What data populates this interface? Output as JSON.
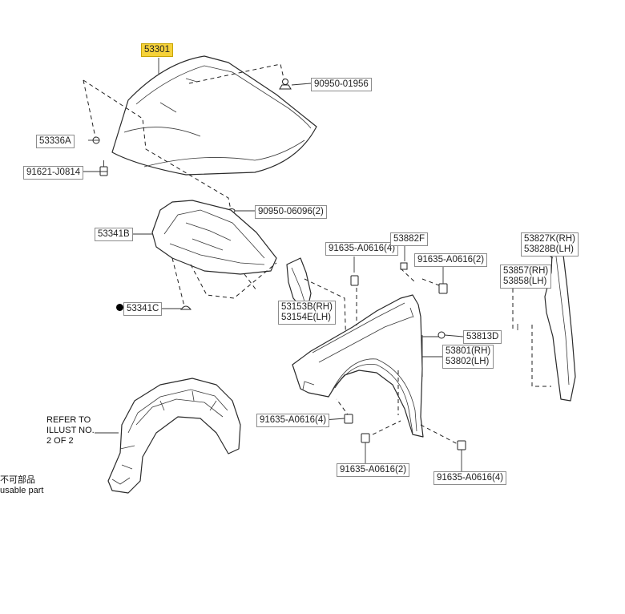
{
  "parts": {
    "hood": "53301",
    "hood_hinge": "53336A",
    "hinge_bolt": "91621-J0814",
    "hood_cushion_top": "90950-01956",
    "hood_cushion_grommet": "90950-06096(2)",
    "hood_insulator": "53341B",
    "insulator_clip": "53341C",
    "fender_seal_rh": "53153B(RH)",
    "fender_seal_lh": "53154E(LH)",
    "fender_bolt_top_left": "91635-A0616(4)",
    "fender_clip": "53882F",
    "fender_bolt_top_right": "91635-A0616(2)",
    "fender_liner_rh": "53827K(RH)",
    "fender_liner_lh": "53828B(LH)",
    "fender_pad_rh": "53857(RH)",
    "fender_pad_lh": "53858(LH)",
    "fender_seal_small": "53813D",
    "fender_rh": "53801(RH)",
    "fender_lh": "53802(LH)",
    "fender_bolt_lower_left": "91635-A0616(4)",
    "fender_bolt_lower_mid": "91635-A0616(2)",
    "fender_bolt_lower_right": "91635-A0616(4)"
  },
  "notes": {
    "refer_line1": "REFER TO",
    "refer_line2": "ILLUST NO.",
    "refer_line3": "2 OF 2",
    "legend_cn": "不可部品",
    "legend_en": "usable part"
  },
  "colors": {
    "highlight": "#f6d23a",
    "line": "#2a2a2a"
  }
}
